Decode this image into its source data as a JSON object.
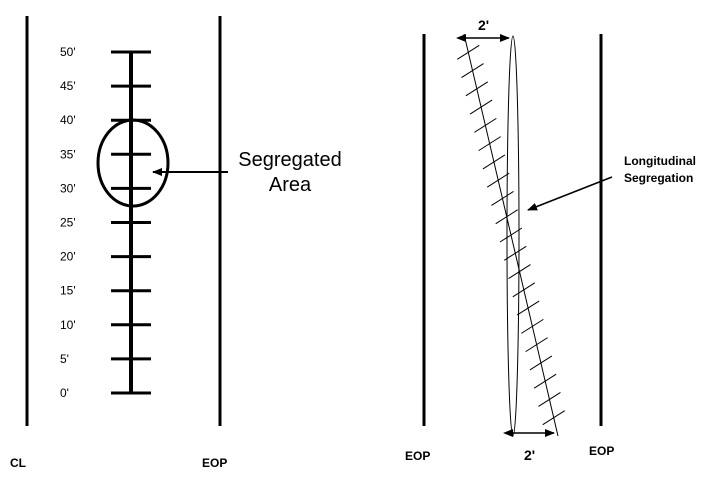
{
  "left_panel": {
    "left_edge_label": "CL",
    "right_edge_label": "EOP",
    "station_labels": [
      "0'",
      "5'",
      "10'",
      "15'",
      "20'",
      "25'",
      "30'",
      "35'",
      "40'",
      "45'",
      "50'"
    ],
    "callout_text": [
      "Segregated",
      "Area"
    ]
  },
  "right_panel": {
    "left_edge_label": "EOP",
    "right_edge_label": "EOP",
    "top_dimension": "2'",
    "bottom_dimension": "2'",
    "callout_text": [
      "Longitudinal",
      "Segregation"
    ]
  }
}
